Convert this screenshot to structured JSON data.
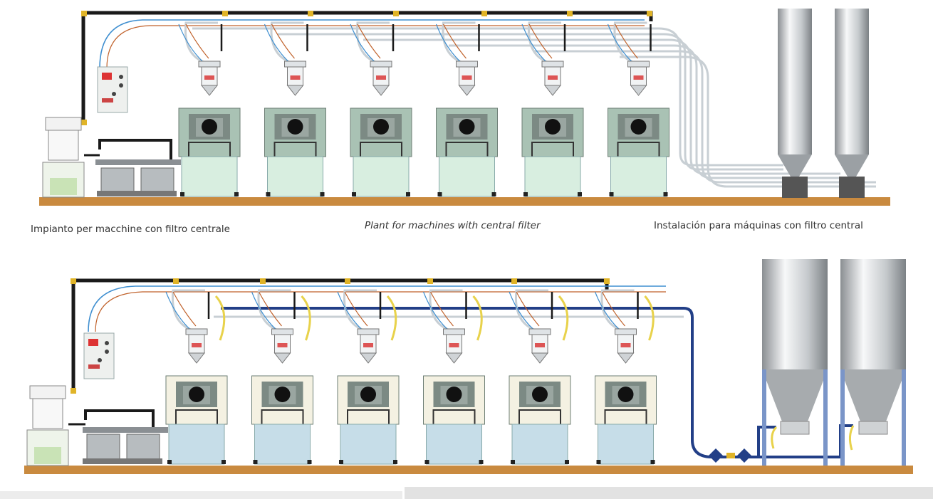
{
  "captions": {
    "top_italian": "Impianto per macchine con filtro centrale",
    "top_english": "Plant for machines with central filter",
    "top_spanish": "Instalación para máquinas con filtro central"
  },
  "colors": {
    "main_pipe": "#1a1a1a",
    "fitting": "#e0b428",
    "signal_blue": "#3f8fd0",
    "signal_orange": "#c0612a",
    "air_pipe": "#c8cfd4",
    "machine_green": "#a9c2b4",
    "machine_body_top": "#d8eee0",
    "machine_cream": "#f4f1e2",
    "machine_body_bottom": "#c6dde8",
    "floor": "#c98a3f",
    "silo_blue": "#7a95c8",
    "material_pipe": "#223f87",
    "yellow_hose": "#e8d24b"
  },
  "diagrams": [
    {
      "id": "plant-central-filter",
      "machines": 6,
      "silos": 2
    },
    {
      "id": "plant-per-material",
      "machines": 6,
      "silos": 2
    }
  ]
}
